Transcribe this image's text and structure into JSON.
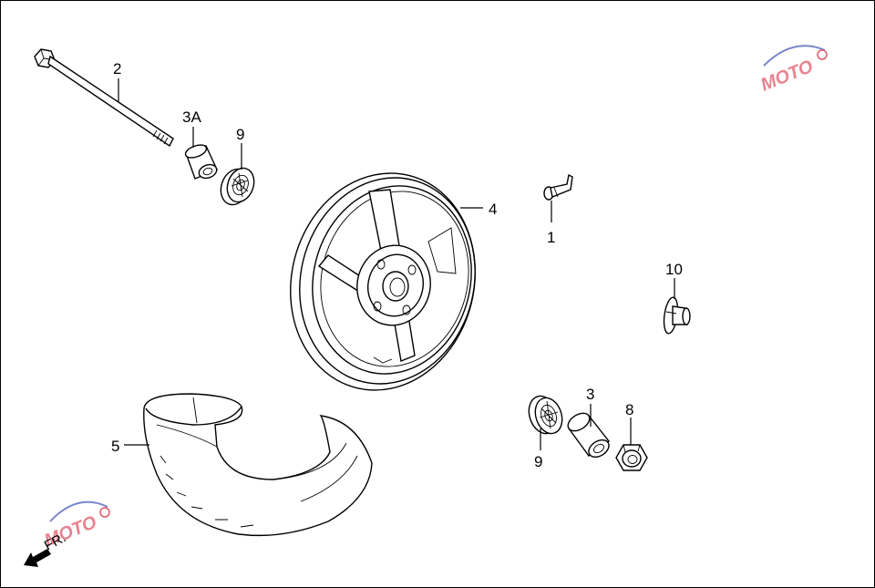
{
  "watermark": {
    "text": "MOTO",
    "color": "#e05a6a"
  },
  "direction": {
    "text": "FR."
  },
  "callouts": [
    {
      "id": "label-2",
      "text": "2"
    },
    {
      "id": "label-3a",
      "text": "3A"
    },
    {
      "id": "label-9-top",
      "text": "9"
    },
    {
      "id": "label-4",
      "text": "4"
    },
    {
      "id": "label-1",
      "text": "1"
    },
    {
      "id": "label-10",
      "text": "10"
    },
    {
      "id": "label-3",
      "text": "3"
    },
    {
      "id": "label-8",
      "text": "8"
    },
    {
      "id": "label-9-bottom",
      "text": "9"
    },
    {
      "id": "label-5",
      "text": "5"
    }
  ]
}
